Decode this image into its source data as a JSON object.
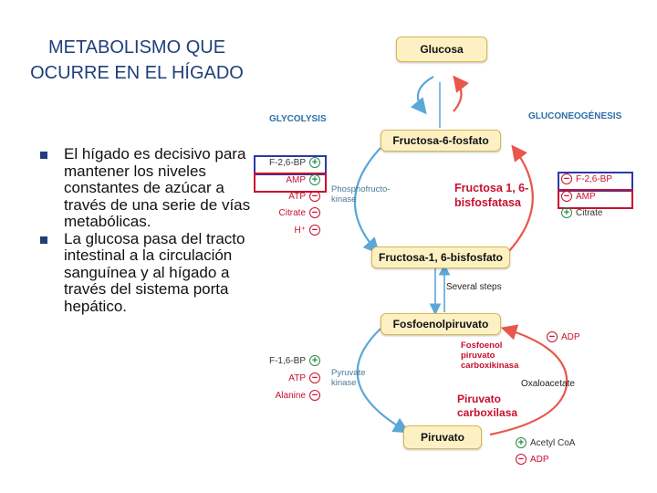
{
  "slide": {
    "title": "METABOLISMO QUE OCURRE EN EL HÍGADO",
    "bullets": [
      "El hígado es decisivo para mantener los niveles constantes de azúcar a través de una serie de vías metabólicas.",
      "La glucosa pasa del tracto intestinal a la circulación sanguínea y al hígado a través del sistema porta hepático."
    ]
  },
  "diagram": {
    "metabolites": {
      "glucosa": "Glucosa",
      "f6p": "Fructosa-6-fosfato",
      "f16bp": "Fructosa-1, 6-bisfosfato",
      "pep": "Fosfoenolpiruvato",
      "piruvato": "Piruvato"
    },
    "pathways": {
      "glycolysis": "GLYCOLYSIS",
      "gluconeogenesis": "GLUCONEOGÉNESIS"
    },
    "enzymes": {
      "pfk": "Phosphofructo-\nkinase",
      "pyruvate_kinase": "Pyruvate\nkinase",
      "fbpase": "Fructosa 1, 6-\nbisfosfatasa",
      "pepck": "Fosfoenol\npiruvato\ncarboxikinasa",
      "pc": "Piruvato\ncarboxilasa"
    },
    "labels": {
      "several_steps": "Several steps",
      "oxaloacetate": "Oxaloacetate"
    },
    "regulators": {
      "pfk": [
        {
          "name": "F-2,6-BP",
          "sign": "+"
        },
        {
          "name": "AMP",
          "sign": "+"
        },
        {
          "name": "ATP",
          "sign": "−"
        },
        {
          "name": "Citrate",
          "sign": "−"
        },
        {
          "name": "H⁺",
          "sign": "−"
        }
      ],
      "fbpase": [
        {
          "name": "F-2,6-BP",
          "sign": "−"
        },
        {
          "name": "AMP",
          "sign": "−"
        },
        {
          "name": "Citrate",
          "sign": "+"
        }
      ],
      "pyruvate_kinase": [
        {
          "name": "F-1,6-BP",
          "sign": "+"
        },
        {
          "name": "ATP",
          "sign": "−"
        },
        {
          "name": "Alanine",
          "sign": "−"
        }
      ],
      "pepck": [
        {
          "name": "ADP",
          "sign": "−"
        }
      ],
      "pc": [
        {
          "name": "Acetyl CoA",
          "sign": "+"
        },
        {
          "name": "ADP",
          "sign": "−"
        }
      ]
    },
    "colors": {
      "arrow_blue": "#5aa7d8",
      "arrow_red": "#e8574a",
      "box_fill": "#fdf1c4",
      "highlight_blue": "#2b3aa8",
      "highlight_red": "#c8102e"
    }
  }
}
